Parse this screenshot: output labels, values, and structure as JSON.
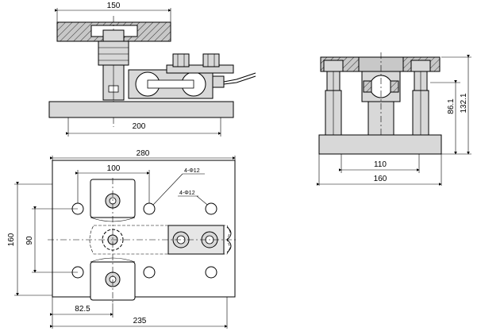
{
  "front_view": {
    "dim_top": "150",
    "dim_bottom": "200"
  },
  "side_view": {
    "dim_height_a": "86.1",
    "dim_height_b": "132.1",
    "dim_inner": "110",
    "dim_outer": "160"
  },
  "plan_view": {
    "dim_overall_width": "280",
    "dim_hole_spacing": "100",
    "note_a": "4-Φ12",
    "note_b": "4-Φ12",
    "dim_height": "160",
    "dim_hole_vertical": "90",
    "dim_offset": "82.5",
    "dim_bottom_width": "235"
  }
}
